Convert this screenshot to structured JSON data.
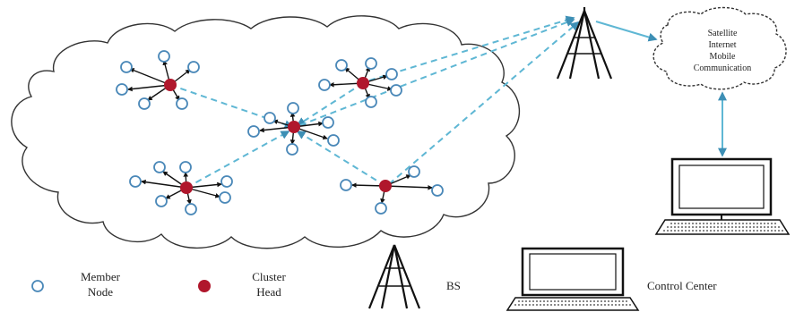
{
  "cloud_text": {
    "line1": "Satellite",
    "line2": "Internet",
    "line3": "Mobile",
    "line4": "Communication"
  },
  "legend": {
    "member_node": {
      "line1": "Member",
      "line2": "Node"
    },
    "cluster_head": {
      "line1": "Cluster",
      "line2": "Head"
    },
    "bs": "BS",
    "control_center": "Control Center"
  },
  "colors": {
    "member_node_stroke": "#4a88b8",
    "cluster_head_fill": "#b0172c",
    "link": "#5fb7d4",
    "cloud_stroke": "#333333"
  }
}
